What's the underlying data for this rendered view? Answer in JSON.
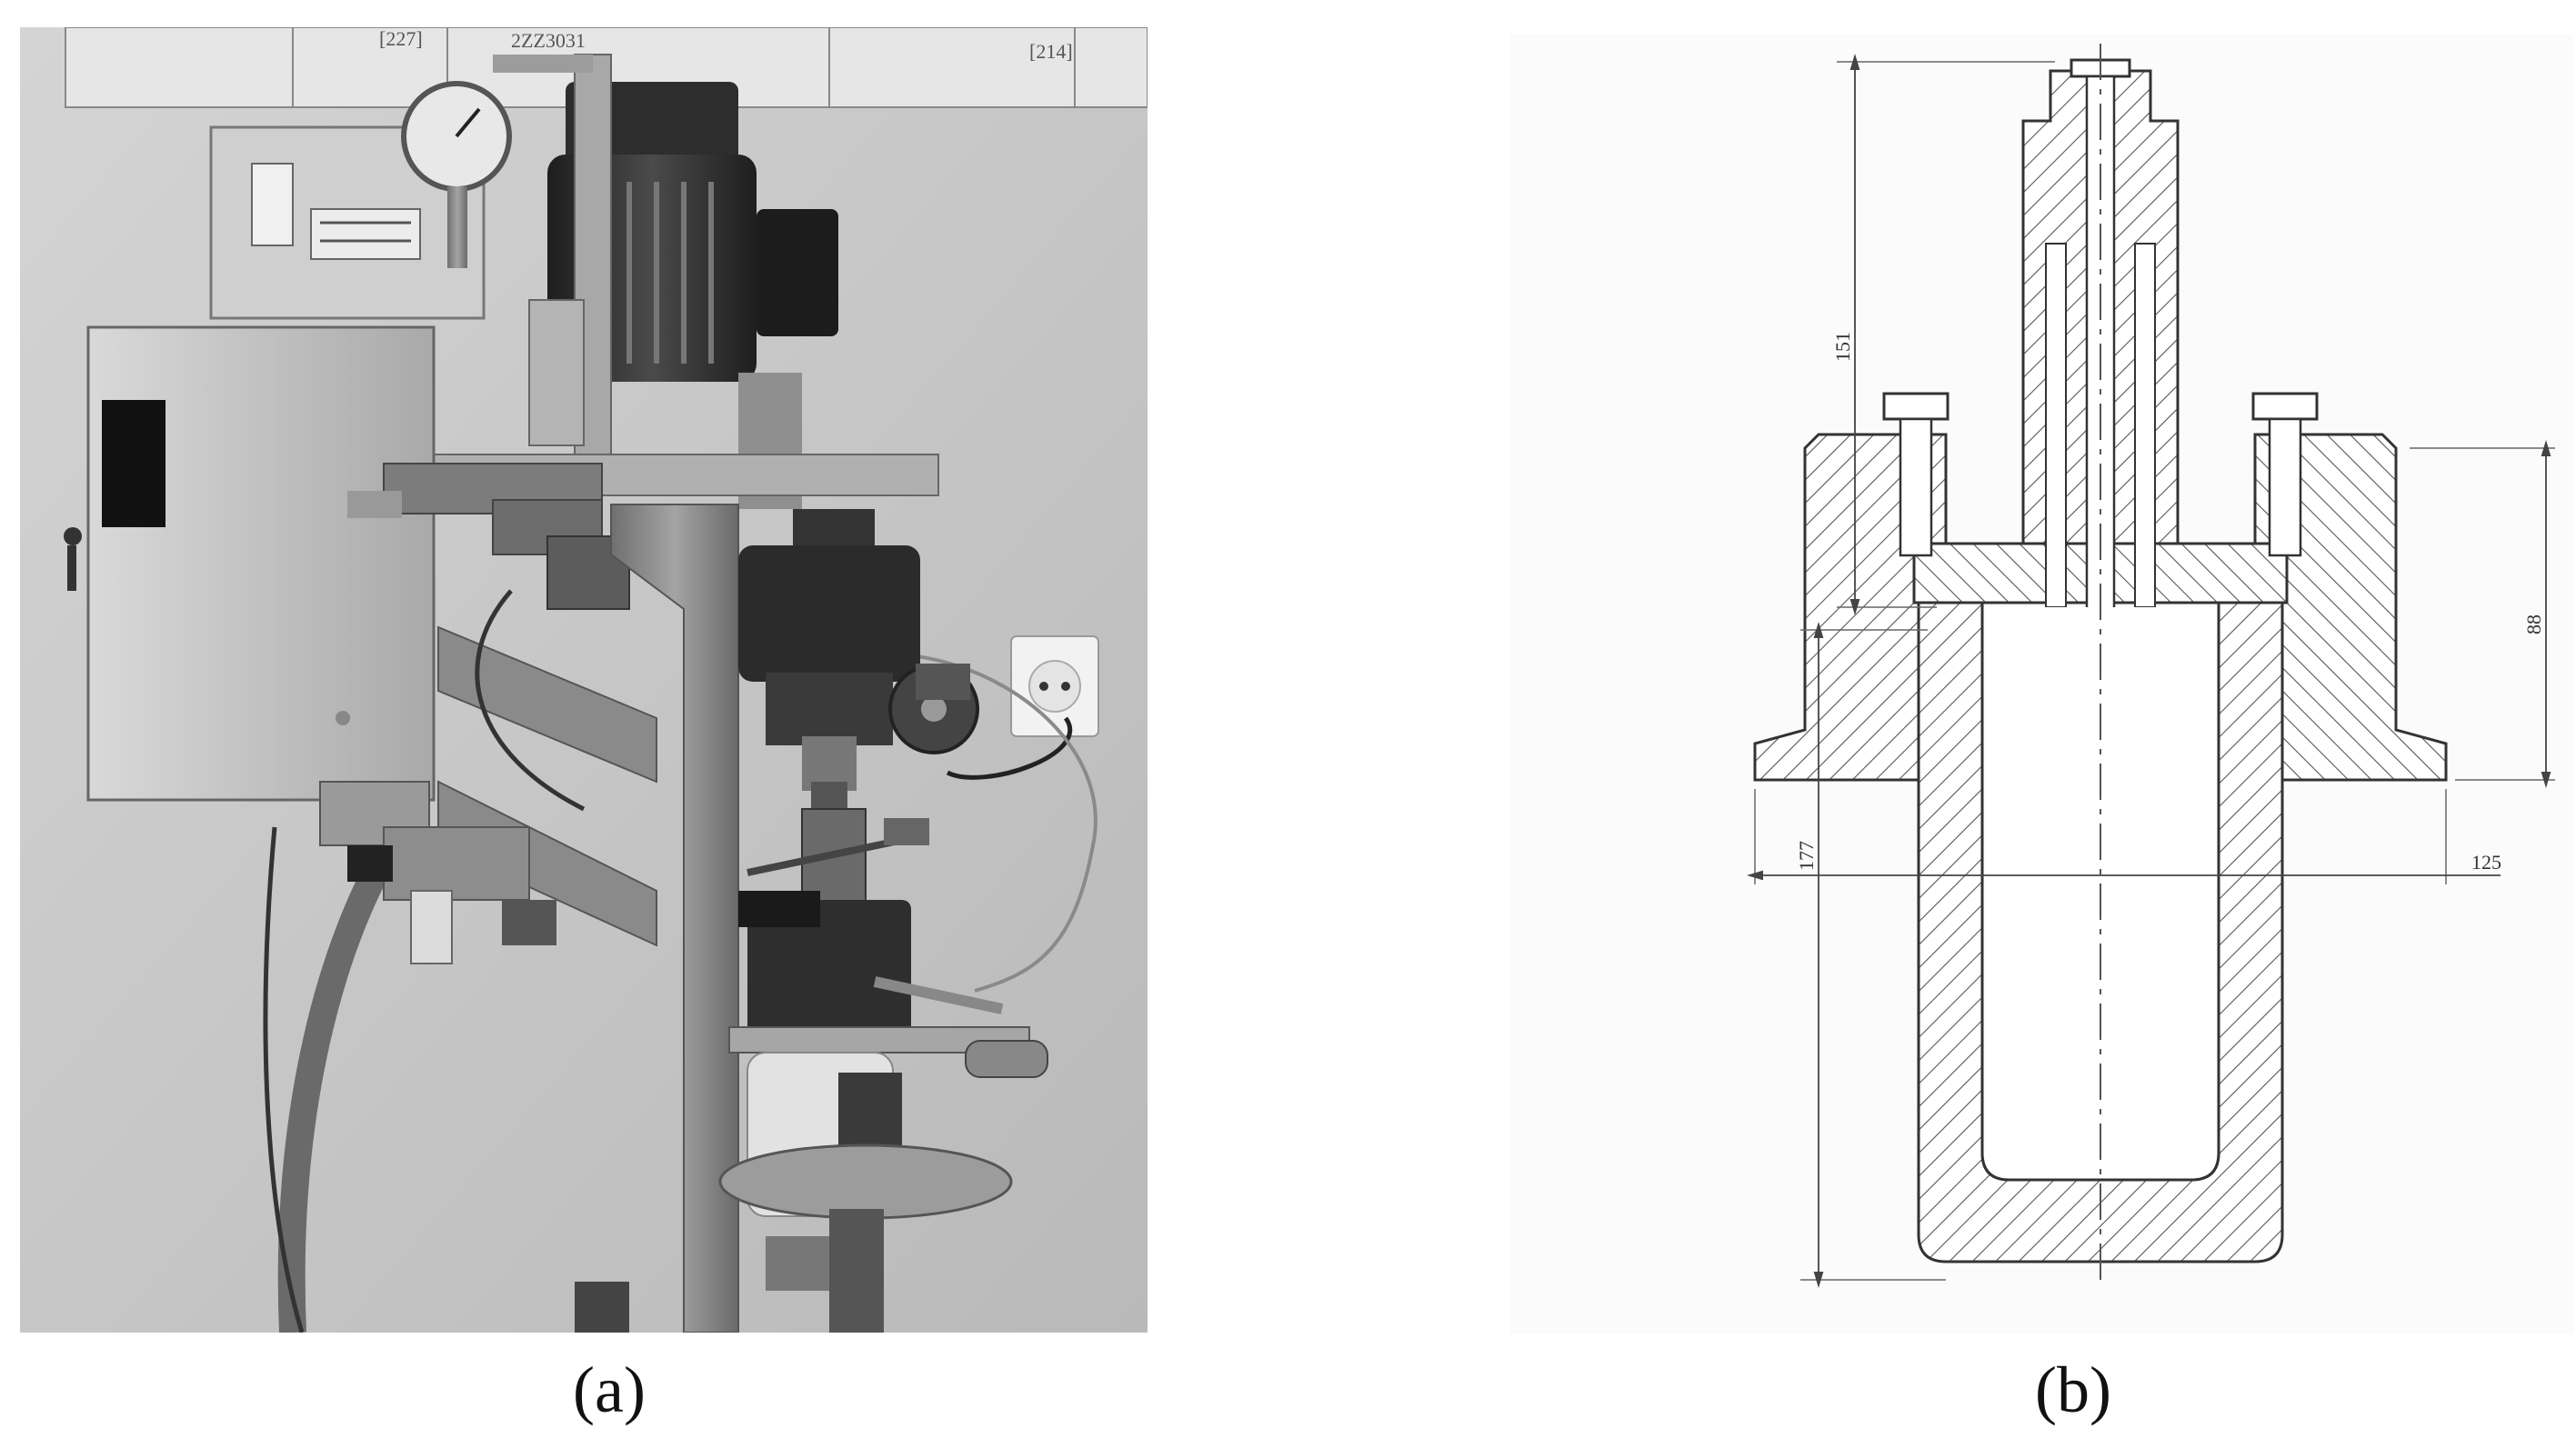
{
  "figure": {
    "panels": [
      {
        "id": "a",
        "label": "(a)",
        "kind": "photograph"
      },
      {
        "id": "b",
        "label": "(b)",
        "kind": "cross-section drawing"
      }
    ],
    "poster_text": [
      "[227]",
      "2ZZ3031",
      "[214]"
    ],
    "dimensions": {
      "top_height": "151",
      "flange_height": "88",
      "flange_diameter": "125",
      "vessel_height": "177"
    },
    "colors": {
      "photo_bg": "#c9c9c9",
      "wall": "#bdbdbd",
      "steel": "#8a8a8a",
      "dark": "#2b2b2b",
      "line": "#444444"
    }
  }
}
